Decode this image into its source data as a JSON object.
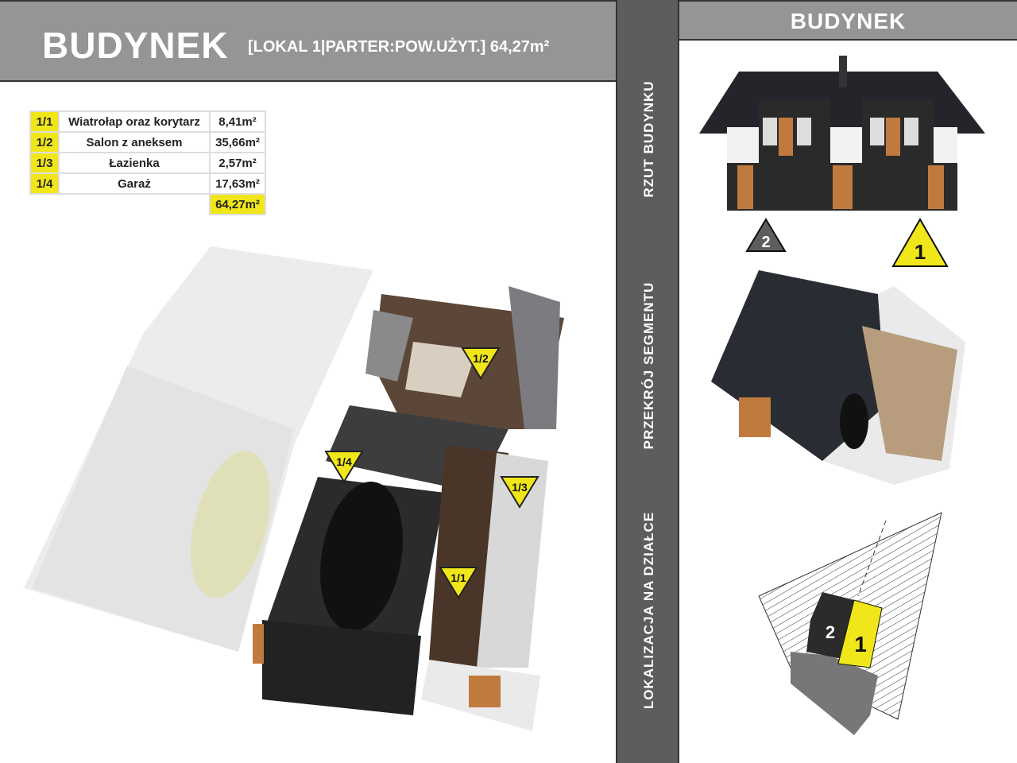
{
  "header": {
    "title": "BUDYNEK",
    "subtitle": "[LOKAL 1|PARTER:POW.UŻYT.] 64,27m²"
  },
  "rooms": [
    {
      "id": "1/1",
      "name": "Wiatrołap oraz korytarz",
      "area": "8,41m²"
    },
    {
      "id": "1/2",
      "name": "Salon z aneksem",
      "area": "35,66m²"
    },
    {
      "id": "1/3",
      "name": "Łazienka",
      "area": "2,57m²"
    },
    {
      "id": "1/4",
      "name": "Garaż",
      "area": "17,63m²"
    }
  ],
  "total_area": "64,27m²",
  "side_labels": [
    "RZUT BUDYNKU",
    "PRZEKRÓJ SEGMENTU",
    "LOKALIZACJA NA DZIAŁCE"
  ],
  "right_header": "BUDYNEK",
  "segments": {
    "left": "2",
    "right": "1"
  },
  "colors": {
    "accent": "#f0e61a",
    "header": "#959595",
    "strip": "#5d5d5d"
  }
}
